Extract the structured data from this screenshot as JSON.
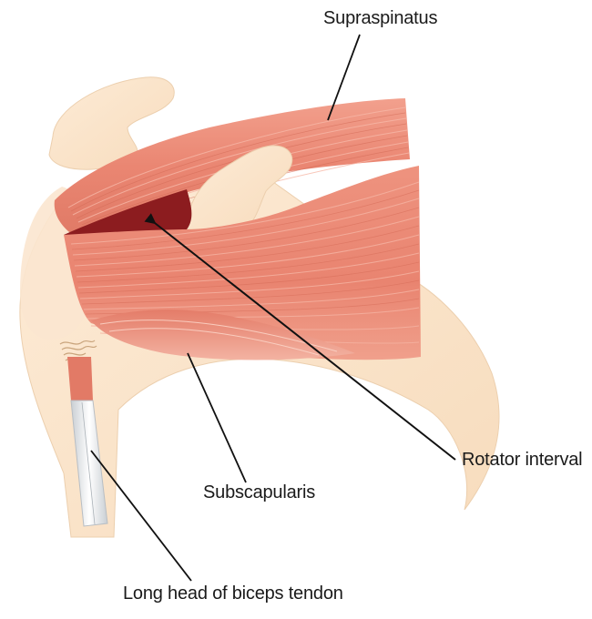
{
  "labels": {
    "supraspinatus": "Supraspinatus",
    "rotator_interval": "Rotator interval",
    "subscapularis": "Subscapularis",
    "biceps_tendon": "Long head of biceps tendon"
  },
  "colors": {
    "bone": "#fbe3c9",
    "bone_outline": "#e9c9a6",
    "muscle": "#ec8d79",
    "muscle_dark": "#d9705e",
    "muscle_light": "#f7b9a8",
    "interval_gap": "#8c1c1f",
    "tendon": "#f1f3f4",
    "leader_line": "#111111"
  },
  "icons": {
    "arrow": "arrowhead"
  }
}
